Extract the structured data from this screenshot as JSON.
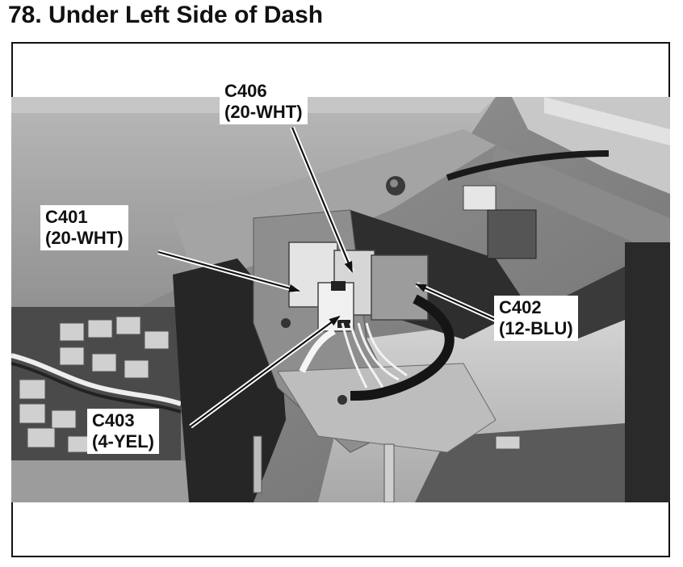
{
  "title": "78. Under Left Side of Dash",
  "callouts": {
    "c406": {
      "code": "C406",
      "spec": "(20-WHT)"
    },
    "c401": {
      "code": "C401",
      "spec": "(20-WHT)"
    },
    "c402": {
      "code": "C402",
      "spec": "(12-BLU)"
    },
    "c403": {
      "code": "C403",
      "spec": "(4-YEL)"
    }
  }
}
